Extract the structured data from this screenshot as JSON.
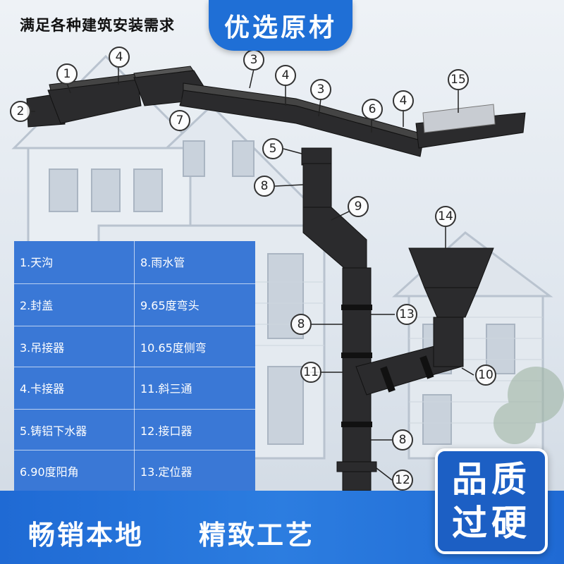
{
  "header": {
    "title": "满足各种建筑安装需求",
    "badge": "优选原材"
  },
  "legend": {
    "rows": [
      {
        "left": "1.天沟",
        "right": "8.雨水管"
      },
      {
        "left": "2.封盖",
        "right": "9.65度弯头"
      },
      {
        "left": "3.吊接器",
        "right": "10.65度侧弯"
      },
      {
        "left": "4.卡接器",
        "right": "11.斜三通"
      },
      {
        "left": "5.铸铝下水器",
        "right": "12.接口器"
      },
      {
        "left": "6.90度阳角",
        "right": "13.定位器"
      }
    ]
  },
  "callouts": [
    "1",
    "2",
    "3",
    "3",
    "4",
    "4",
    "4",
    "5",
    "6",
    "7",
    "8",
    "8",
    "8",
    "9",
    "10",
    "11",
    "12",
    "13",
    "14",
    "15"
  ],
  "bottom": {
    "left_text": "畅销本地",
    "middle_text": "精致工艺",
    "badge_line1": "品质",
    "badge_line2": "过硬"
  },
  "colors": {
    "accent_blue": "#1f6fd6",
    "legend_blue": "#3a78d6",
    "gutter_dark": "#2b2b2d"
  }
}
